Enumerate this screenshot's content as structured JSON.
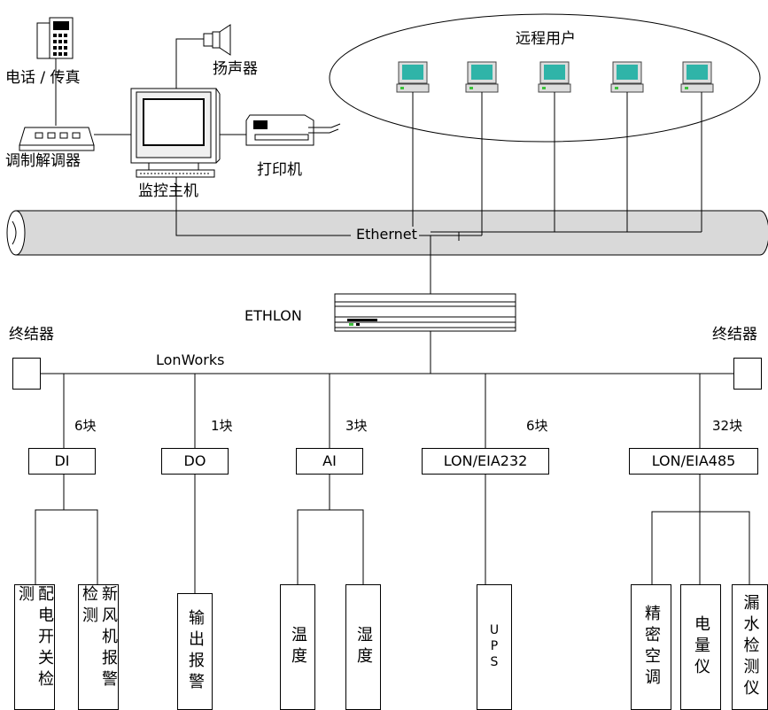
{
  "top": {
    "phone_fax": "电话 / 传真",
    "speaker": "扬声器",
    "modem": "调制解调器",
    "monitor_host": "监控主机",
    "printer": "打印机",
    "remote_users": "远程用户"
  },
  "network": {
    "ethernet": "Ethernet",
    "ethlon": "ETHLON",
    "lonworks": "LonWorks",
    "terminator_left": "终结器",
    "terminator_right": "终结器"
  },
  "modules": [
    {
      "name": "DI",
      "count": "6块"
    },
    {
      "name": "DO",
      "count": "1块"
    },
    {
      "name": "AI",
      "count": "3块"
    },
    {
      "name": "LON/EIA232",
      "count": "6块"
    },
    {
      "name": "LON/EIA485",
      "count": "32块"
    }
  ],
  "devices": [
    "配电开关检测",
    "新风机报警检测",
    "输出报警",
    "温度",
    "湿度",
    "UPS",
    "精密空调",
    "电量仪",
    "漏水检测仪"
  ],
  "colors": {
    "backbone": "#d9d9d9",
    "computer_screen": "#2fb4a8",
    "led": "#3cc23c"
  }
}
